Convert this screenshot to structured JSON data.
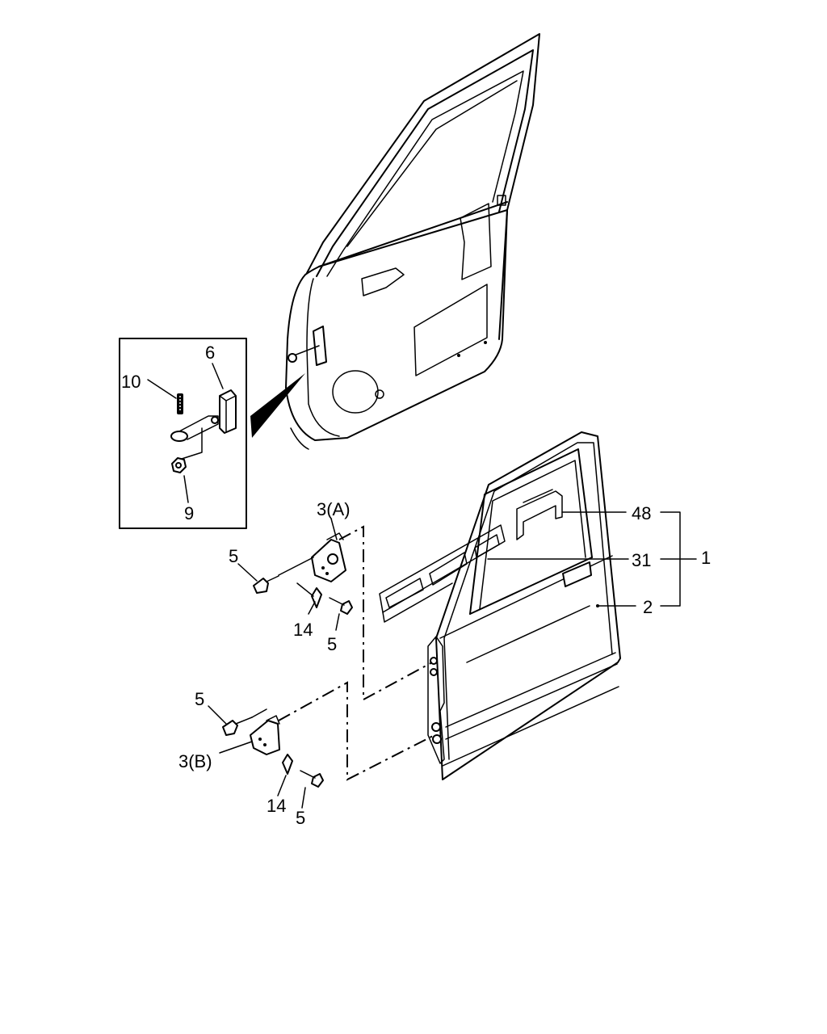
{
  "callouts": {
    "c6": "6",
    "c10": "10",
    "c9": "9",
    "c3a": "3(A)",
    "c5a": "5",
    "c14a": "14",
    "c5b": "5",
    "c48": "48",
    "c31": "31",
    "c1": "1",
    "c2": "2",
    "c5c": "5",
    "c3b": "3(B)",
    "c14b": "14",
    "c5d": "5"
  }
}
